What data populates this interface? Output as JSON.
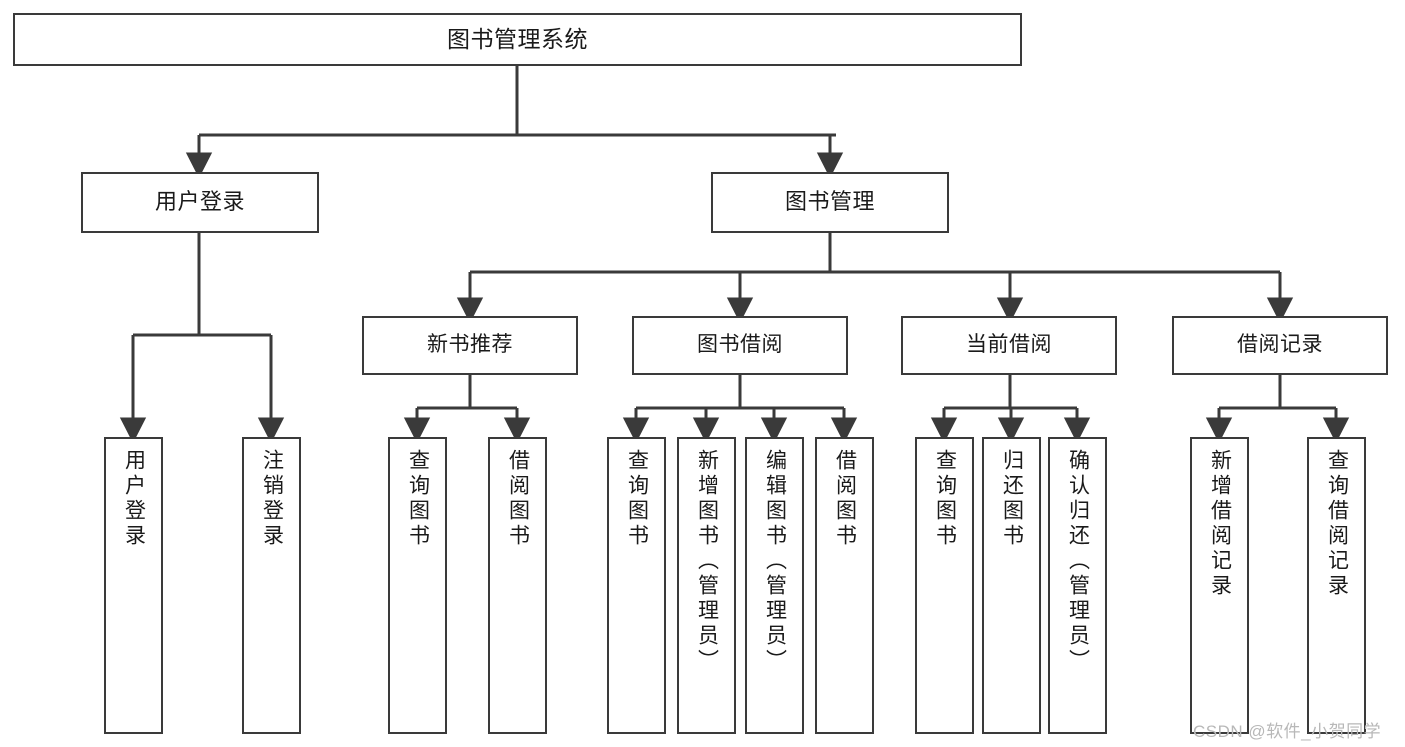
{
  "diagram": {
    "title": "图书管理系统",
    "type": "functional-structure-tree",
    "watermark": "CSDN @软件_小贺同学",
    "colors": {
      "border": "#3a3a3a",
      "text": "#1a1a1a",
      "background": "#ffffff",
      "edge": "#3a3a3a",
      "watermark": "#b8b8b8"
    },
    "root": {
      "label": "图书管理系统"
    },
    "level2": [
      {
        "label": "用户登录"
      },
      {
        "label": "图书管理"
      }
    ],
    "level3": [
      {
        "label": "新书推荐"
      },
      {
        "label": "图书借阅"
      },
      {
        "label": "当前借阅"
      },
      {
        "label": "借阅记录"
      }
    ],
    "leaves": {
      "user_login": [
        {
          "label": "用户登录"
        },
        {
          "label": "注销登录"
        }
      ],
      "new_book_recommend": [
        {
          "label": "查询图书"
        },
        {
          "label": "借阅图书"
        }
      ],
      "book_borrow": [
        {
          "label": "查询图书"
        },
        {
          "label": "新增图书（管理员）"
        },
        {
          "label": "编辑图书（管理员）"
        },
        {
          "label": "借阅图书"
        }
      ],
      "current_borrow": [
        {
          "label": "查询图书"
        },
        {
          "label": "归还图书"
        },
        {
          "label": "确认归还（管理员）"
        }
      ],
      "borrow_record": [
        {
          "label": "新增借阅记录"
        },
        {
          "label": "查询借阅记录"
        }
      ]
    }
  }
}
